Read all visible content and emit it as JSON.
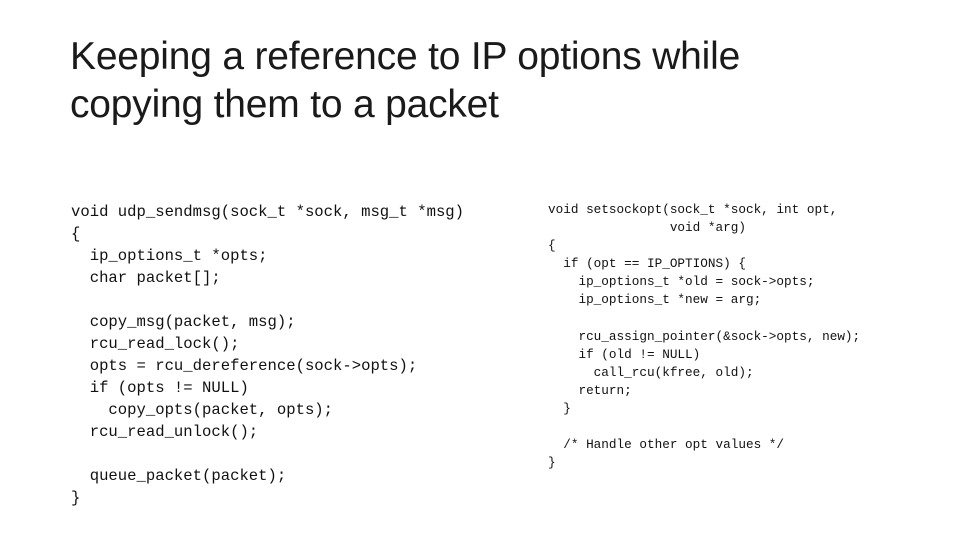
{
  "colors": {
    "background": "#ffffff",
    "title-color": "#1a1a1a",
    "code-color": "#111111"
  },
  "title_lines": [
    "Keeping a reference to IP options while",
    "copying them to a packet"
  ],
  "code_blocks": [
    {
      "id": "udp-sendmsg-reader",
      "lines": [
        "void udp_sendmsg(sock_t *sock, msg_t *msg)",
        "{",
        "  ip_options_t *opts;",
        "  char packet[];",
        "",
        "  copy_msg(packet, msg);",
        "  rcu_read_lock();",
        "  opts = rcu_dereference(sock->opts);",
        "  if (opts != NULL)",
        "    copy_opts(packet, opts);",
        "  rcu_read_unlock();",
        "",
        "  queue_packet(packet);",
        "}"
      ]
    },
    {
      "id": "setsockopt-updater",
      "lines": [
        "void setsockopt(sock_t *sock, int opt,",
        "                void *arg)",
        "{",
        "  if (opt == IP_OPTIONS) {",
        "    ip_options_t *old = sock->opts;",
        "    ip_options_t *new = arg;",
        "",
        "    rcu_assign_pointer(&sock->opts, new);",
        "    if (old != NULL)",
        "      call_rcu(kfree, old);",
        "    return;",
        "  }",
        "",
        "  /* Handle other opt values */",
        "}"
      ]
    }
  ]
}
